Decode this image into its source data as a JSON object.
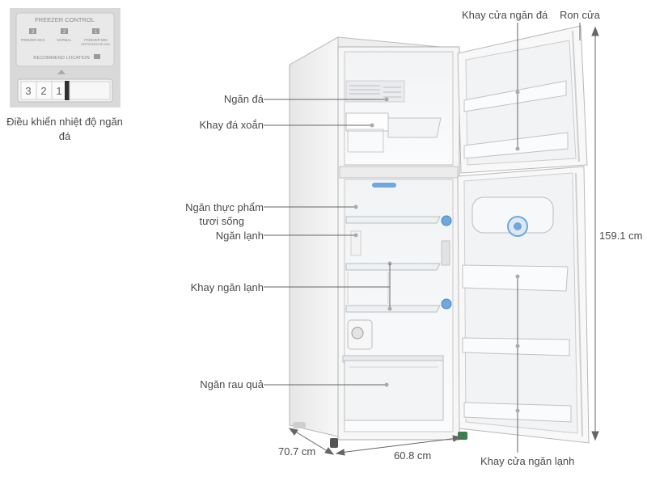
{
  "inset": {
    "panel_title": "FREEZER CONTROL",
    "modes": [
      "FREEZER MAX",
      "NORMAL",
      "FREEZER MIN"
    ],
    "mode_sublabel": "REFRIGERATOR MAX",
    "mode_numbers": [
      "3",
      "2",
      "1"
    ],
    "recommend": "RECOMMEND LOCATION",
    "dial_numbers": [
      "3",
      "2",
      "1"
    ],
    "caption": "Điều khiển nhiệt độ ngăn đá"
  },
  "labels": {
    "ngan_da": "Ngăn đá",
    "khay_da_xoan": "Khay đá xoắn",
    "ngan_thuc_pham_1": "Ngăn thực phẩm",
    "ngan_thuc_pham_2": "tươi sống",
    "ngan_lanh": "Ngăn lạnh",
    "khay_ngan_lanh": "Khay ngăn lạnh",
    "ngan_rau_qua": "Ngăn rau quả",
    "khay_cua_ngan_da": "Khay cửa ngăn đá",
    "ron_cua": "Ron cửa",
    "khay_cua_ngan_lanh": "Khay cửa ngăn lạnh"
  },
  "dimensions": {
    "height": "159.1 cm",
    "depth": "70.7 cm",
    "width": "60.8 cm"
  },
  "colors": {
    "line": "#555555",
    "body": "#f4f4f4",
    "accent_blue": "#6fa8dc"
  }
}
